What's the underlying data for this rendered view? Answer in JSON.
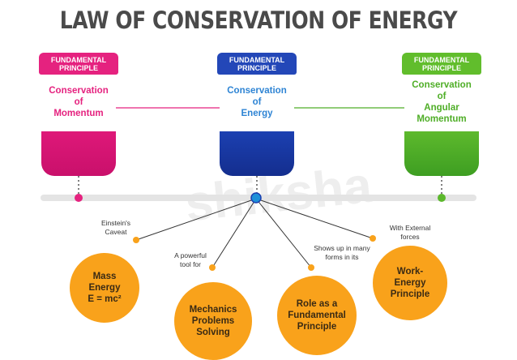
{
  "title": "LAW OF CONSERVATION OF ENERGY",
  "watermark": "shiksha",
  "cards": [
    {
      "tab_line1": "FUNDAMENTAL",
      "tab_line2": "PRINCIPLE",
      "line1": "Conservation",
      "line2": "of",
      "line3": "Momentum",
      "color": "#e5227f"
    },
    {
      "tab_line1": "FUNDAMENTAL",
      "tab_line2": "PRINCIPLE",
      "line1": "Conservation",
      "line2": "of",
      "line3": "Energy",
      "color": "#2347b8"
    },
    {
      "tab_line1": "FUNDAMENTAL",
      "tab_line2": "PRINCIPLE",
      "line1": "Conservation",
      "line2": "of",
      "line3": "Angular",
      "line4": "Momentum",
      "color": "#61bd2c"
    }
  ],
  "branches": [
    {
      "label_line1": "Einstein's",
      "label_line2": "Caveat",
      "circle_line1": "Mass",
      "circle_line2": "Energy",
      "circle_line3": "E = mc²"
    },
    {
      "label_line1": "A powerful",
      "label_line2": "tool for",
      "circle_line1": "Mechanics",
      "circle_line2": "Problems",
      "circle_line3": "Solving"
    },
    {
      "label_line1": "Shows up in many",
      "label_line2": "forms in its",
      "circle_line1": "Role as a",
      "circle_line2": "Fundamental",
      "circle_line3": "Principle"
    },
    {
      "label_line1": "With External",
      "label_line2": "forces",
      "circle_line1": "Work-",
      "circle_line2": "Energy",
      "circle_line3": "Principle"
    }
  ],
  "colors": {
    "accent_orange": "#f9a21b",
    "pink": "#e5227f",
    "blue": "#2347b8",
    "green": "#61bd2c",
    "timeline": "#e4e4e4"
  }
}
